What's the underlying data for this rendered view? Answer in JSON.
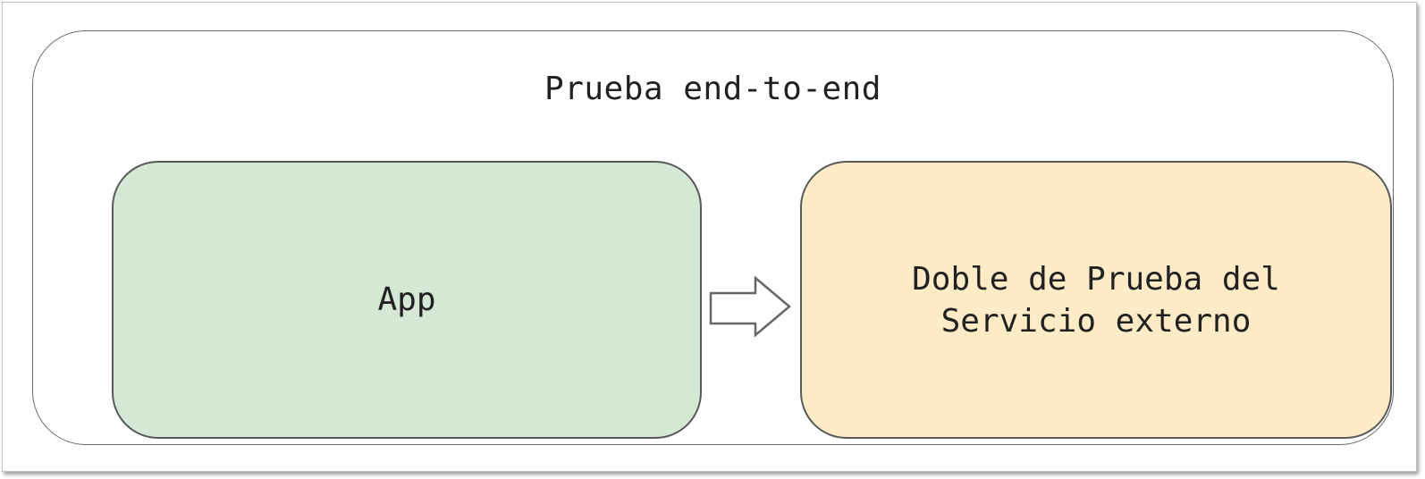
{
  "diagram": {
    "title": "Prueba end-to-end",
    "container": {
      "label": "Prueba end-to-end",
      "border_color": "#6a6a6a",
      "background": "#ffffff"
    },
    "nodes": [
      {
        "id": "app",
        "label": "App",
        "fill": "#d5e8d4",
        "border_color": "#595959"
      },
      {
        "id": "external-service-test-double",
        "label": "Doble de Prueba del Servicio externo",
        "lines": [
          "Doble de Prueba del",
          "Servicio externo"
        ],
        "fill": "#ffecc7",
        "border_color": "#595959"
      }
    ],
    "connector": {
      "type": "block-arrow",
      "direction": "right",
      "from": "app",
      "to": "external-service-test-double",
      "fill": "#ffffff",
      "stroke": "#666666"
    },
    "text_color": "#212121"
  }
}
